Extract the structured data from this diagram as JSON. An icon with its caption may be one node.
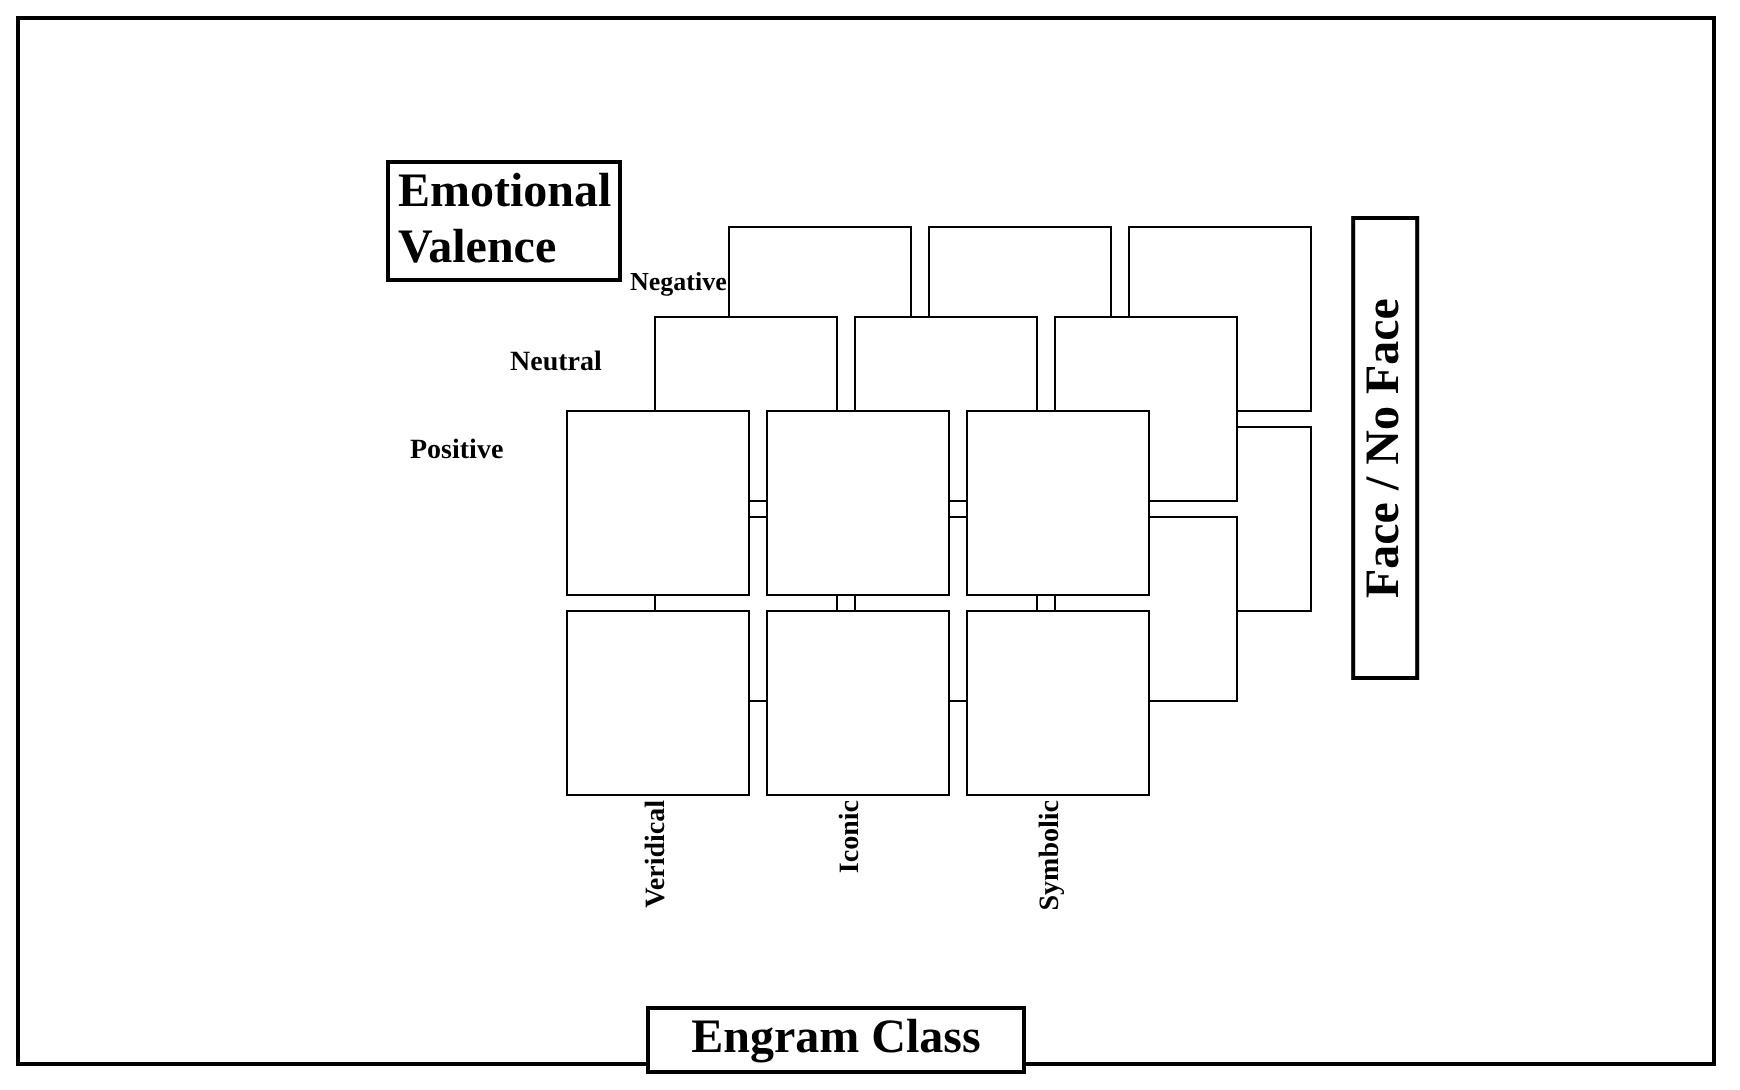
{
  "diagram": {
    "nodes": [
      {
        "text": [
          "Emotional Valence"
        ]
      },
      {
        "text": [
          "Face / No Face"
        ]
      },
      {
        "text": [
          "Engram Class"
        ]
      }
    ],
    "labels": [
      "Negative",
      "Neutral",
      "Positive",
      "Veridical",
      "Iconic",
      "Symbolic"
    ]
  }
}
